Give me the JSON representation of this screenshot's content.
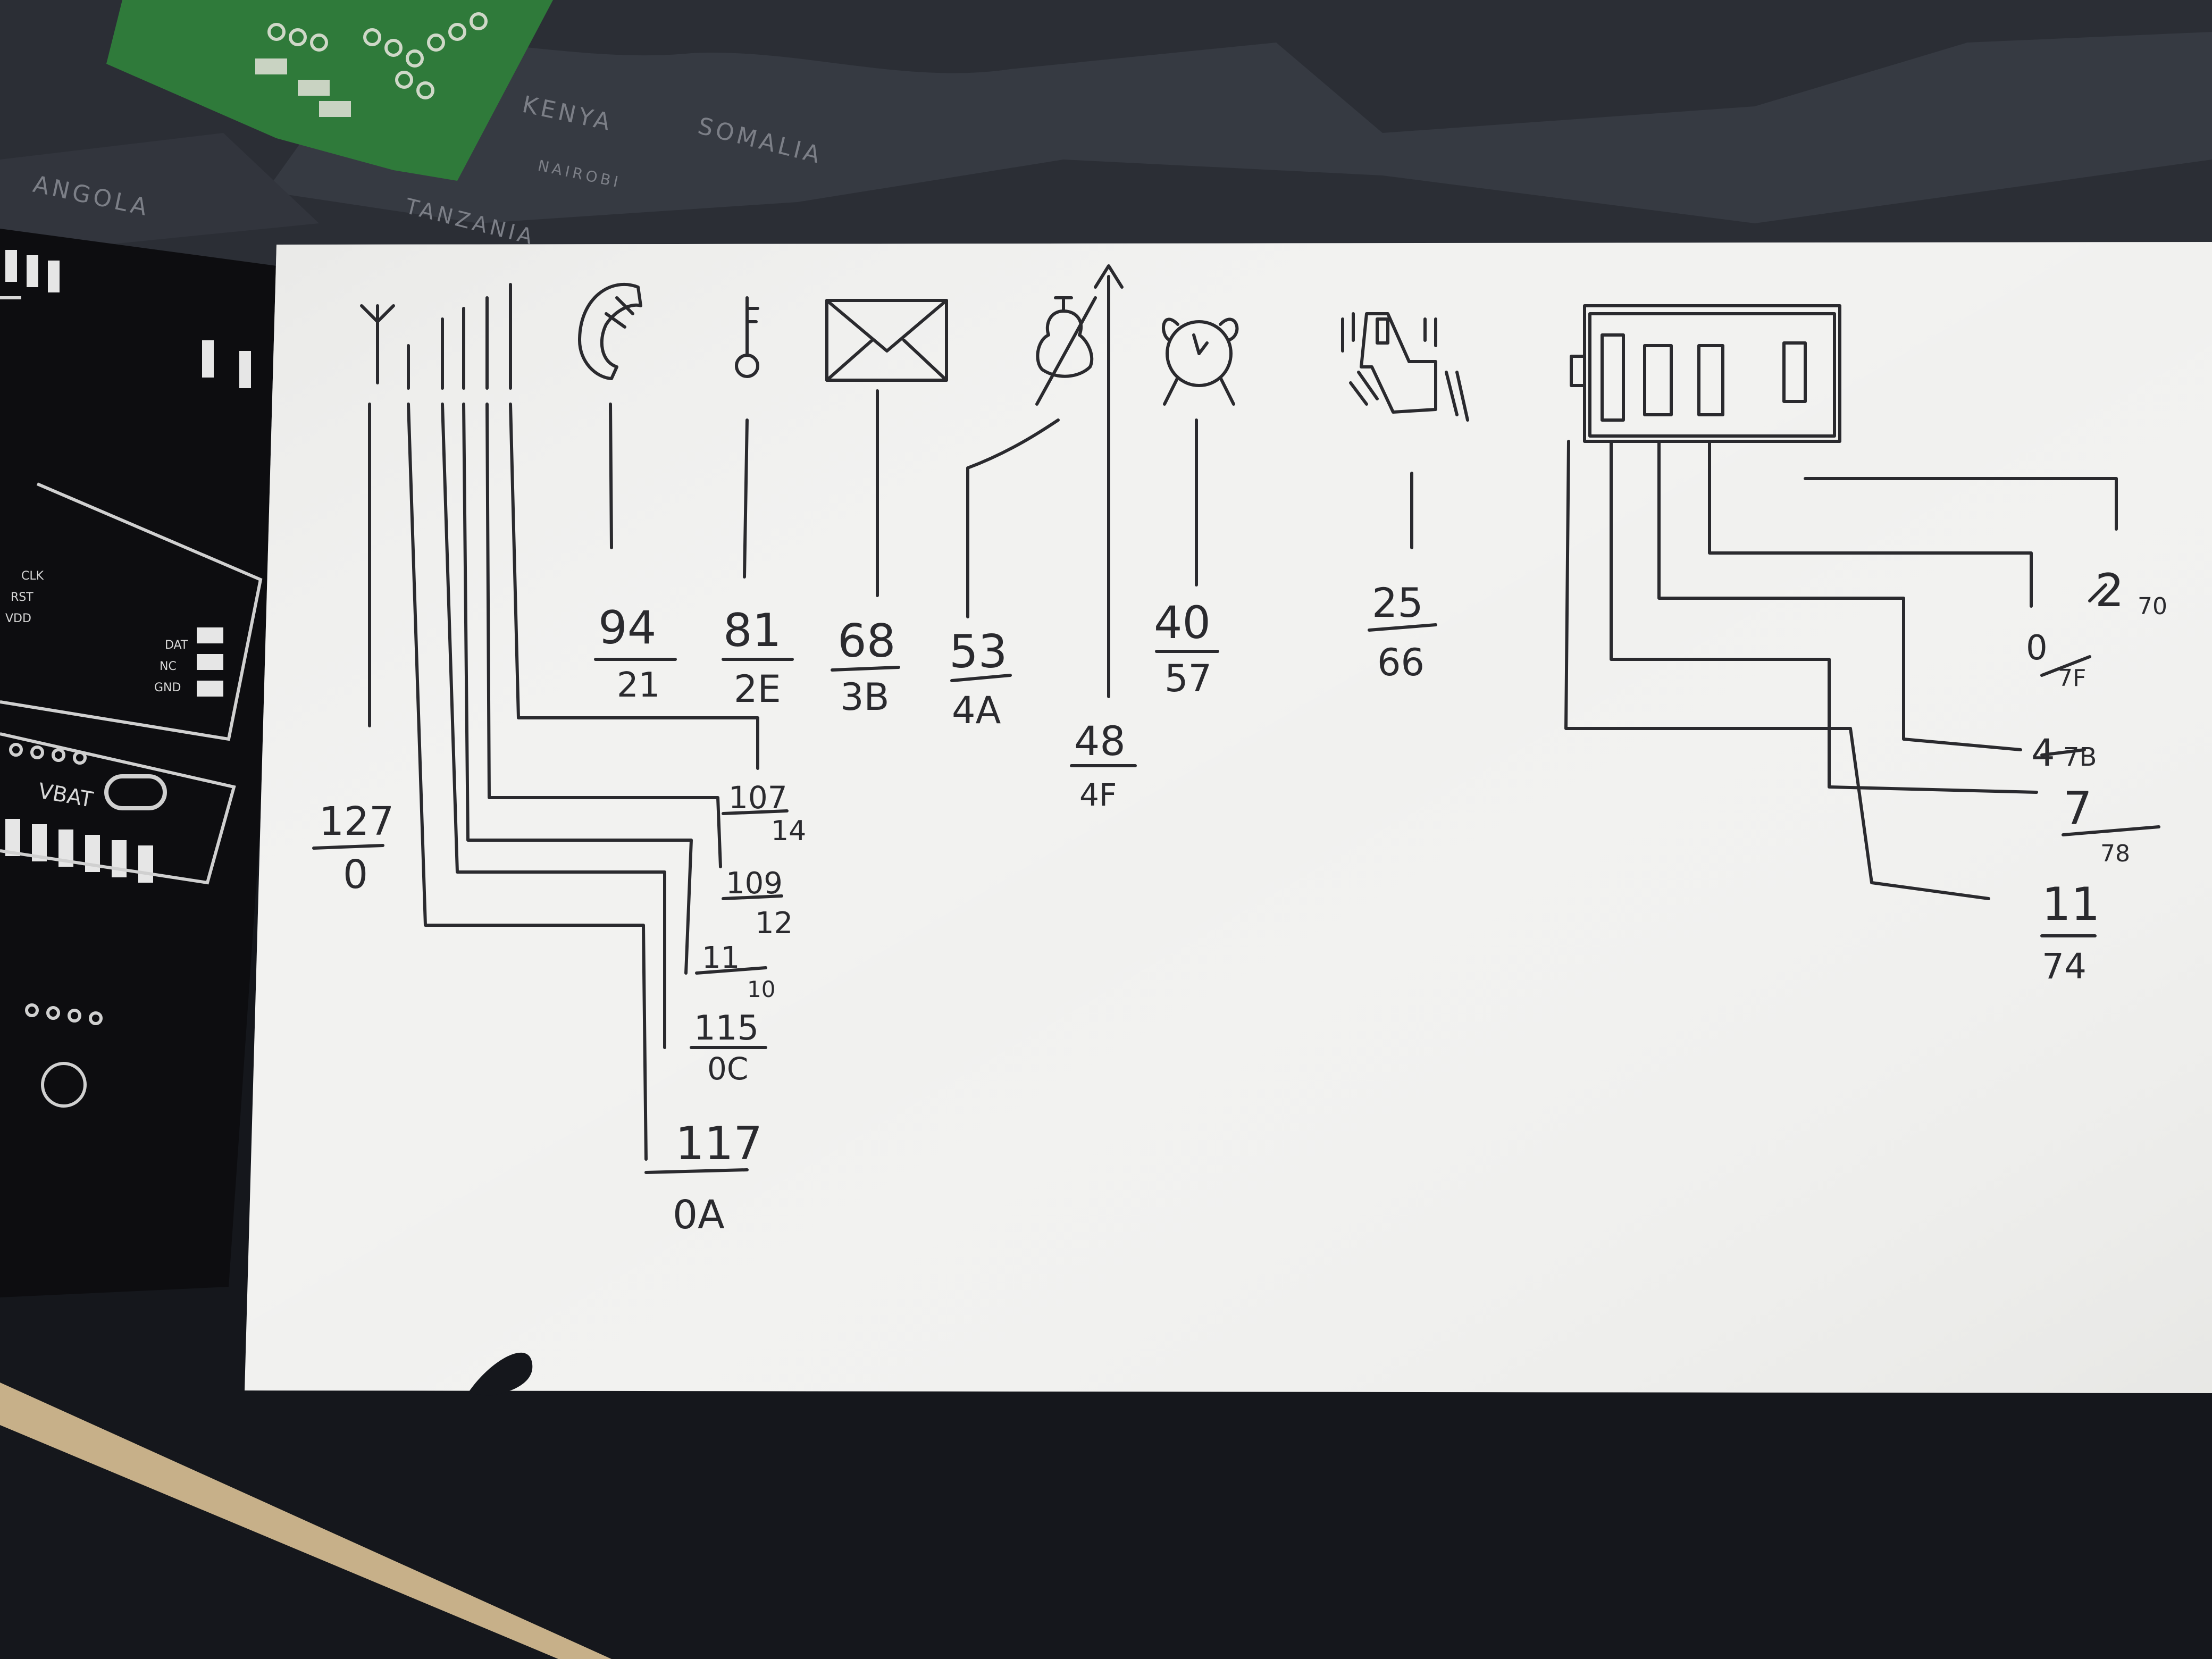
{
  "colors": {
    "desk": "#15171c",
    "map": "#2b2e35",
    "paper": "#f1f1ef",
    "ink": "#2a2a2e",
    "pcb_black": "#0d0d10",
    "pcb_green": "#2f7a3a"
  },
  "map_labels": [
    "KENYA",
    "SOMALIA",
    "ANGOLA",
    "TANZANIA",
    "NAIROBI"
  ],
  "pcb_labels": {
    "clk": "CLK",
    "rst": "RST",
    "vdd": "VDD",
    "dat": "DAT",
    "nc": "NC",
    "gnd": "GND",
    "vbat": "VBAT"
  },
  "icons": [
    {
      "id": "signal",
      "name": "signal-antenna-icon"
    },
    {
      "id": "phone",
      "name": "phone-handset-icon"
    },
    {
      "id": "key",
      "name": "key-icon"
    },
    {
      "id": "mail",
      "name": "envelope-icon"
    },
    {
      "id": "bell",
      "name": "bell-icon"
    },
    {
      "id": "alarm",
      "name": "alarm-clock-icon"
    },
    {
      "id": "vibrate",
      "name": "vibrate-icon"
    },
    {
      "id": "battery",
      "name": "battery-icon"
    }
  ],
  "segments": {
    "antenna": {
      "top": "127",
      "bottom": "0"
    },
    "bar1": {
      "top": "117",
      "bottom": "0A"
    },
    "bar2": {
      "top": "115",
      "bottom": "0C"
    },
    "bar3": {
      "top": "11",
      "bottom": "10"
    },
    "bar4": {
      "top": "109",
      "bottom": "12"
    },
    "bar5": {
      "top": "107",
      "bottom": "14"
    },
    "phone": {
      "top": "94",
      "bottom": "21"
    },
    "key": {
      "top": "81",
      "bottom": "2E"
    },
    "mail": {
      "top": "68",
      "bottom": "3B"
    },
    "bell": {
      "top": "53",
      "bottom": "4A"
    },
    "bell_tall": {
      "top": "48",
      "bottom": "4F"
    },
    "alarm": {
      "top": "40",
      "bottom": "57"
    },
    "vibrate": {
      "top": "25",
      "bottom": "66"
    },
    "battery_frame": {
      "top": "2",
      "bottom": "70"
    },
    "battery_bar4": {
      "top": "0",
      "bottom": "7F"
    },
    "battery_bar3": {
      "top": "4",
      "bottom": "7B"
    },
    "battery_bar2": {
      "top": "7",
      "bottom": "78"
    },
    "battery_bar1": {
      "top": "11",
      "bottom": "74"
    }
  }
}
